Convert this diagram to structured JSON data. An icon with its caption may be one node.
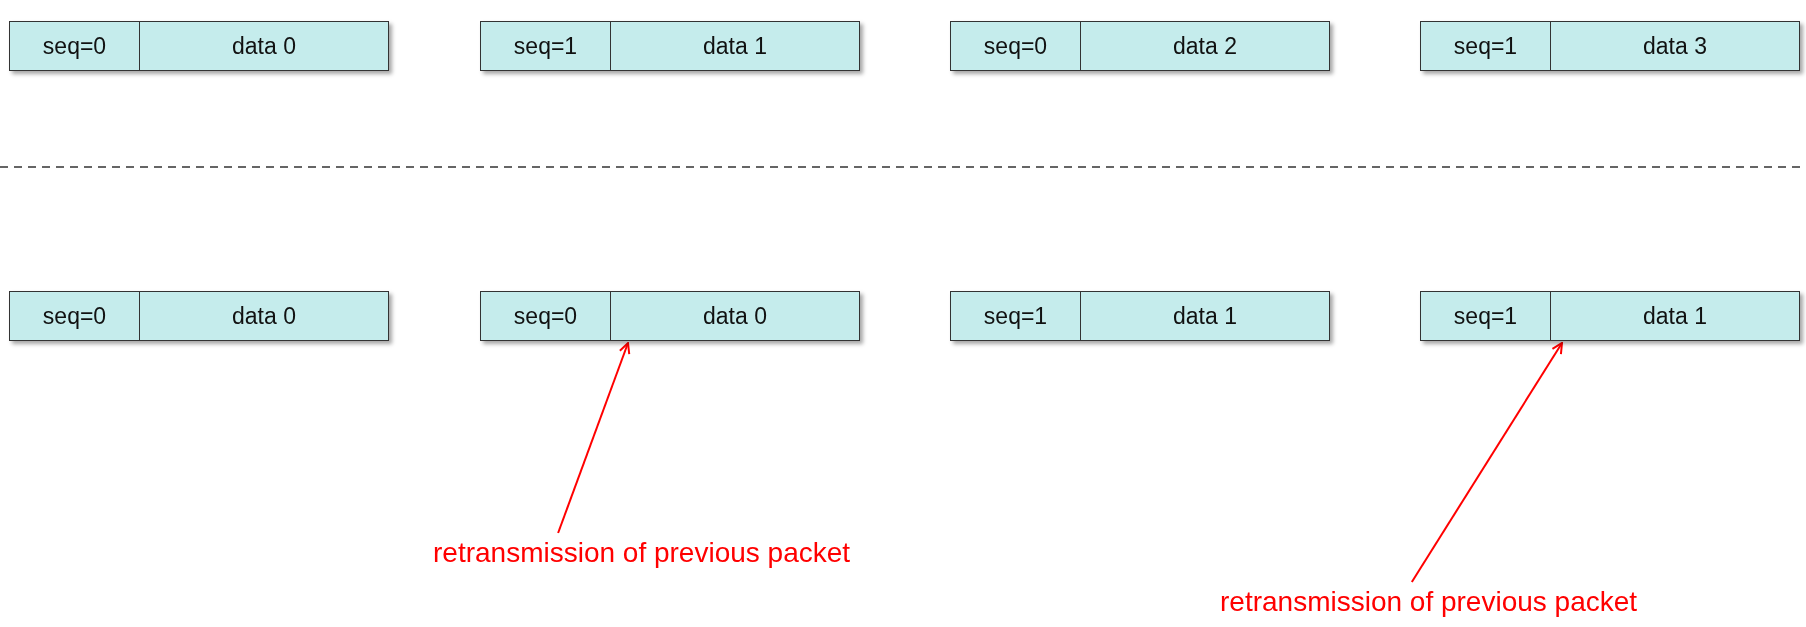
{
  "diagram": {
    "nodes": [
      {
        "text": [
          "seq=0",
          "data 0"
        ]
      },
      {
        "text": [
          "seq=1",
          "data 1"
        ]
      },
      {
        "text": [
          "seq=0",
          "data 2"
        ]
      },
      {
        "text": [
          "seq=1",
          "data 3"
        ]
      },
      {
        "text": [
          "seq=0",
          "data 0"
        ]
      },
      {
        "text": [
          "seq=0",
          "data 0"
        ]
      },
      {
        "text": [
          "seq=1",
          "data 1"
        ]
      },
      {
        "text": [
          "seq=1",
          "data 1"
        ]
      },
      {
        "text": [
          "retransmission of previous packet"
        ]
      },
      {
        "text": [
          "retransmission of previous packet"
        ]
      }
    ],
    "edges": [
      {
        "from": 8,
        "to": 5,
        "arrow": "to"
      },
      {
        "from": 9,
        "to": 7,
        "arrow": "to"
      }
    ]
  }
}
